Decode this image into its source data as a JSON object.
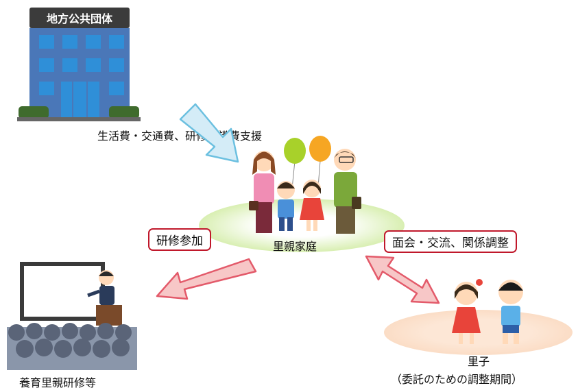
{
  "municipality": {
    "sign_text": "地方公共団体",
    "support_label": "生活費・交通費、研修受講費支援"
  },
  "foster_home": {
    "label": "里親家庭"
  },
  "training": {
    "arrow_label": "研修参加",
    "label": "養育里親研修等"
  },
  "foster_child": {
    "arrow_label": "面会・交流、関係調整",
    "label": "里子",
    "sublabel": "（委託のための調整期間）"
  }
}
